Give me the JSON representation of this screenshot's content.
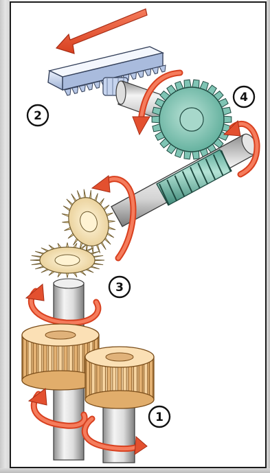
{
  "callouts": [
    {
      "id": "1",
      "label": "1"
    },
    {
      "id": "2",
      "label": "2"
    },
    {
      "id": "3",
      "label": "3"
    },
    {
      "id": "4",
      "label": "4"
    }
  ],
  "parts": {
    "spur_gears": {
      "color": "#f3cf98",
      "shade": "#d9a561"
    },
    "bevel_gears": {
      "color": "#fbe7b8",
      "shade": "#dcc089"
    },
    "worm_gear": {
      "color": "#7fc4b4",
      "shade": "#4e9c8b"
    },
    "rack": {
      "color": "#c8d6ee",
      "shade": "#93a7cd"
    },
    "shafts": {
      "color": "#e9e9e9",
      "shade": "#9a9a9a"
    },
    "motion_arrows": {
      "color": "#ef5a3c"
    }
  },
  "icons": {
    "rotation_arrow": "curved-arrow-icon",
    "linear_arrow": "straight-arrow-icon"
  }
}
